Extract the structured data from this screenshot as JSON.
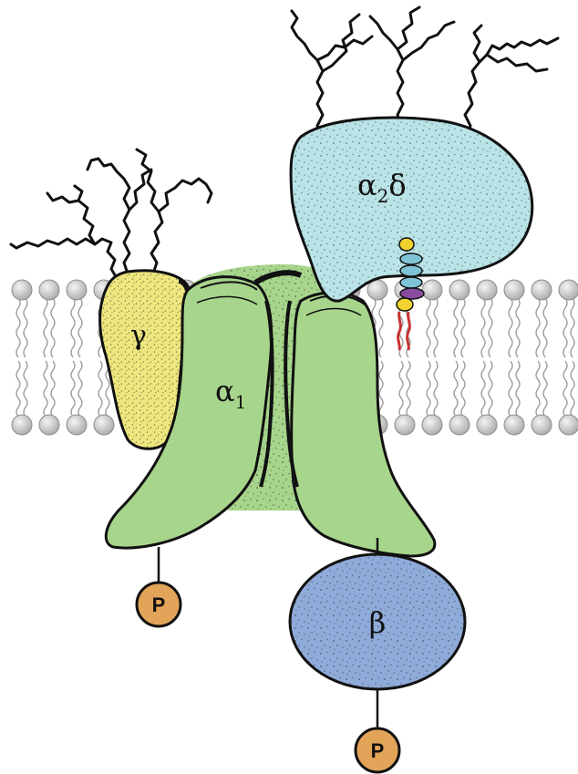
{
  "subunits": {
    "alpha1": {
      "label": "α",
      "subscript": "1",
      "color": "#a8d58c"
    },
    "alpha2delta": {
      "label_a": "α",
      "subscript": "2",
      "label_b": "δ",
      "color": "#b9e3e6"
    },
    "gamma": {
      "label": "γ",
      "color": "#eee77f"
    },
    "beta": {
      "label": "β",
      "color": "#8fabd9"
    }
  },
  "phosphates": [
    {
      "label": "P",
      "color": "#e2a458"
    },
    {
      "label": "P",
      "color": "#e2a458"
    }
  ],
  "colors": {
    "membrane_head": "#c8c8c8",
    "linker_yellow": "#f2d22e",
    "linker_blue": "#7fc3d6",
    "linker_purple": "#8a4aa0",
    "lipid_red": "#c83232"
  }
}
